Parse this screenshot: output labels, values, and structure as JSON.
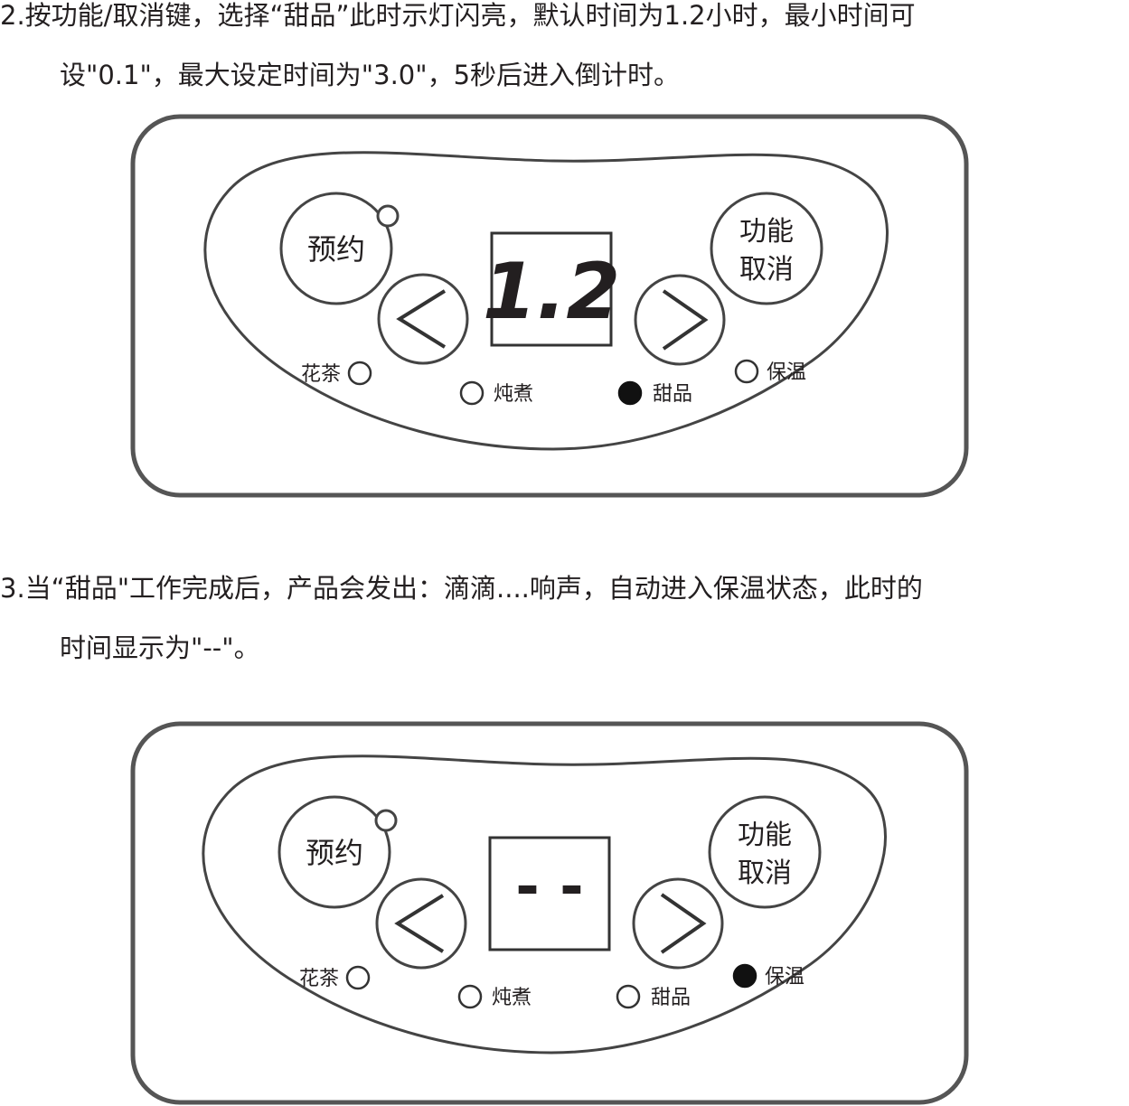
{
  "instructions": {
    "step2": {
      "line1": "2.按功能/取消键，选择“甜品”此时示灯闪亮，默认时间为1.2小时，最小时间可",
      "line2": "设\"0.1\"，最大设定时间为\"3.0\"，5秒后进入倒计时。"
    },
    "step3": {
      "line1": "3.当“甜品\"工作完成后，产品会发出：滴滴....响声，自动进入保温状态，此时的",
      "line2": "时间显示为\"--\"。"
    }
  },
  "panel_labels": {
    "reserve_button": "预约",
    "function_line1": "功能",
    "function_line2": "取消",
    "mode_flower_tea": "花茶",
    "mode_stew": "炖煮",
    "mode_dessert": "甜品",
    "mode_keep_warm": "保温"
  },
  "panel1": {
    "display": "1.2",
    "active_mode": "dessert"
  },
  "panel2": {
    "display": "- -",
    "active_mode": "keep_warm"
  },
  "colors": {
    "ink": "#231f20",
    "outline": "#444444",
    "frame": "#555555"
  }
}
